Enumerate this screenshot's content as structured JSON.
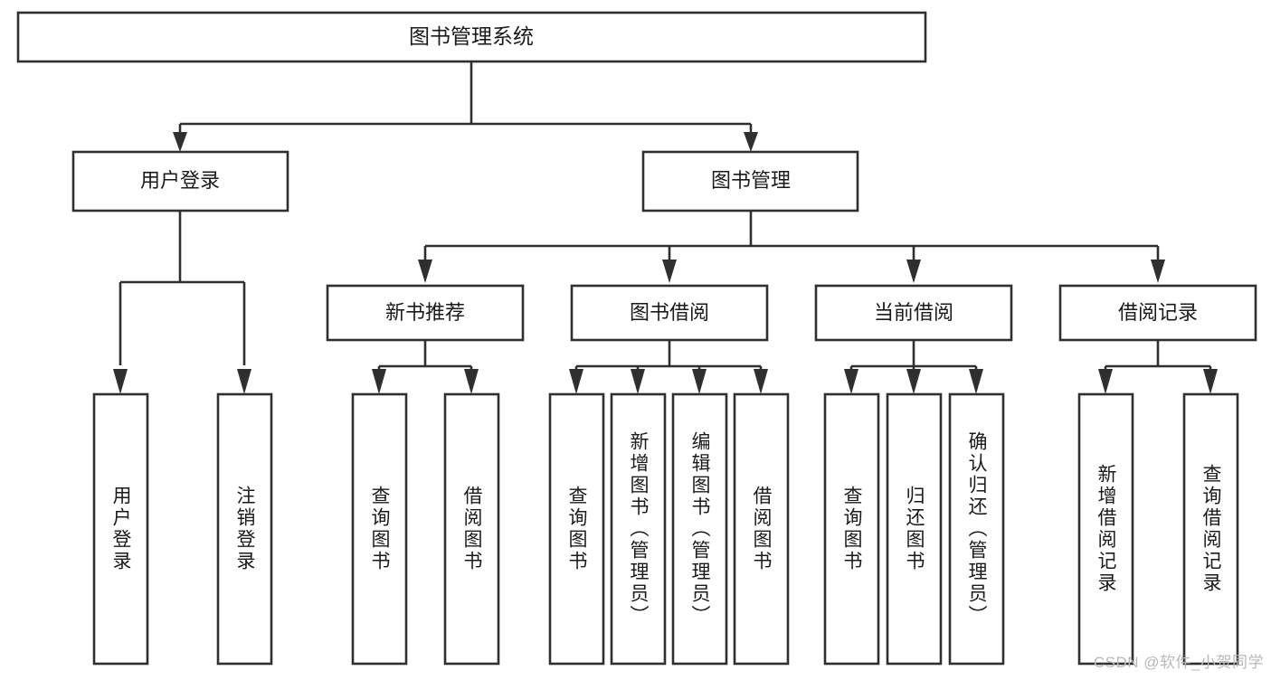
{
  "diagram": {
    "title": "图书管理系统",
    "type": "tree-hierarchy",
    "watermark": "CSDN @软件_小贺同学",
    "colors": {
      "stroke": "#2f2f2f",
      "fill": "#ffffff",
      "text": "#1a1a1a",
      "watermark": "#b9b9b9"
    },
    "root": {
      "label": "图书管理系统"
    },
    "level1": [
      {
        "label": "用户登录"
      },
      {
        "label": "图书管理"
      }
    ],
    "level2": [
      {
        "label": "新书推荐"
      },
      {
        "label": "图书借阅"
      },
      {
        "label": "当前借阅"
      },
      {
        "label": "借阅记录"
      }
    ],
    "leaves": {
      "user_login": [
        {
          "label": "用户登录"
        },
        {
          "label": "注销登录"
        }
      ],
      "new_book_recommend": [
        {
          "label": "查询图书"
        },
        {
          "label": "借阅图书"
        }
      ],
      "book_borrow": [
        {
          "label": "查询图书"
        },
        {
          "label": "新增图书（管理员）"
        },
        {
          "label": "编辑图书（管理员）"
        },
        {
          "label": "借阅图书"
        }
      ],
      "current_borrow": [
        {
          "label": "查询图书"
        },
        {
          "label": "归还图书"
        },
        {
          "label": "确认归还（管理员）"
        }
      ],
      "borrow_record": [
        {
          "label": "新增借阅记录"
        },
        {
          "label": "查询借阅记录"
        }
      ]
    }
  }
}
